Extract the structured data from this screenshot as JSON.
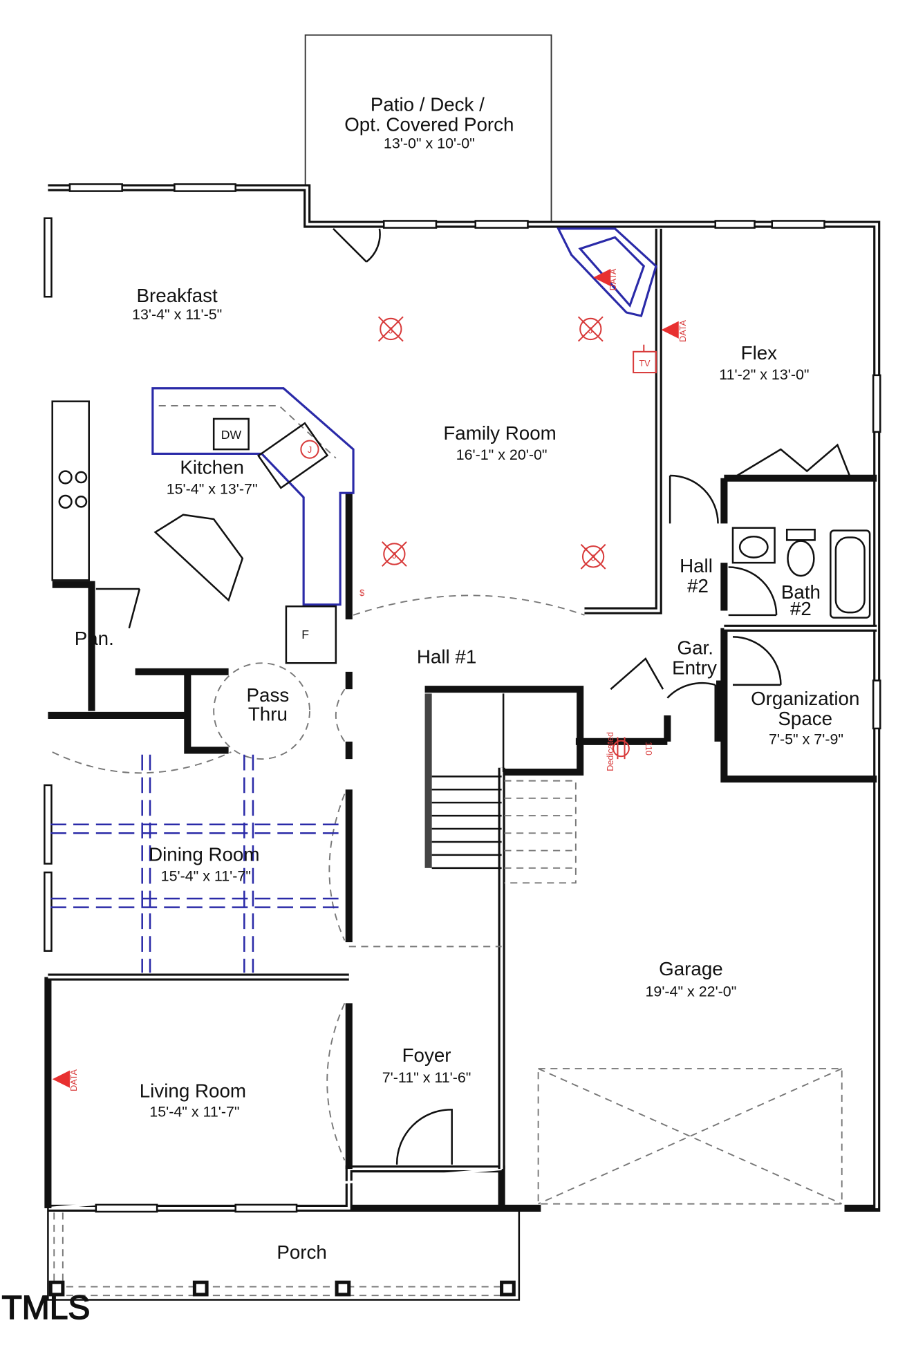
{
  "rooms": {
    "patio": {
      "name_line1": "Patio / Deck /",
      "name_line2": "Opt. Covered Porch",
      "dims": "13'-0\" x 10'-0\""
    },
    "breakfast": {
      "name": "Breakfast",
      "dims": "13'-4\" x 11'-5\""
    },
    "family": {
      "name": "Family Room",
      "dims": "16'-1\" x 20'-0\""
    },
    "flex": {
      "name": "Flex",
      "dims": "11'-2\" x 13'-0\""
    },
    "kitchen": {
      "name": "Kitchen",
      "dims": "15'-4\" x 13'-7\""
    },
    "pantry": {
      "name": "Pan."
    },
    "hall2": {
      "name_line1": "Hall",
      "name_line2": "#2"
    },
    "bath2": {
      "name_line1": "Bath",
      "name_line2": "#2"
    },
    "hall1": {
      "name": "Hall #1"
    },
    "gar_entry": {
      "name_line1": "Gar.",
      "name_line2": "Entry"
    },
    "pass_thru": {
      "name_line1": "Pass",
      "name_line2": "Thru"
    },
    "org_space": {
      "name_line1": "Organization",
      "name_line2": "Space",
      "dims": "7'-5\" x 7'-9\""
    },
    "dining": {
      "name": "Dining Room",
      "dims": "15'-4\" x 11'-7\""
    },
    "garage": {
      "name": "Garage",
      "dims": "19'-4\" x 22'-0\""
    },
    "foyer": {
      "name": "Foyer",
      "dims": "7'-11\" x 11'-6\""
    },
    "living": {
      "name": "Living Room",
      "dims": "15'-4\" x 11'-7\""
    },
    "porch": {
      "name": "Porch"
    }
  },
  "symbols": {
    "junction": "J",
    "tv": "TV",
    "data": "DATA",
    "dishwasher": "DW",
    "fridge": "F",
    "dedicated": "Dedicated",
    "outlet_110": "110",
    "switch": "$"
  },
  "watermark": "TMLS",
  "colors": {
    "walls": "#111111",
    "electrical": "#d83a3a",
    "kitchen_options": "#2a2aa8"
  }
}
